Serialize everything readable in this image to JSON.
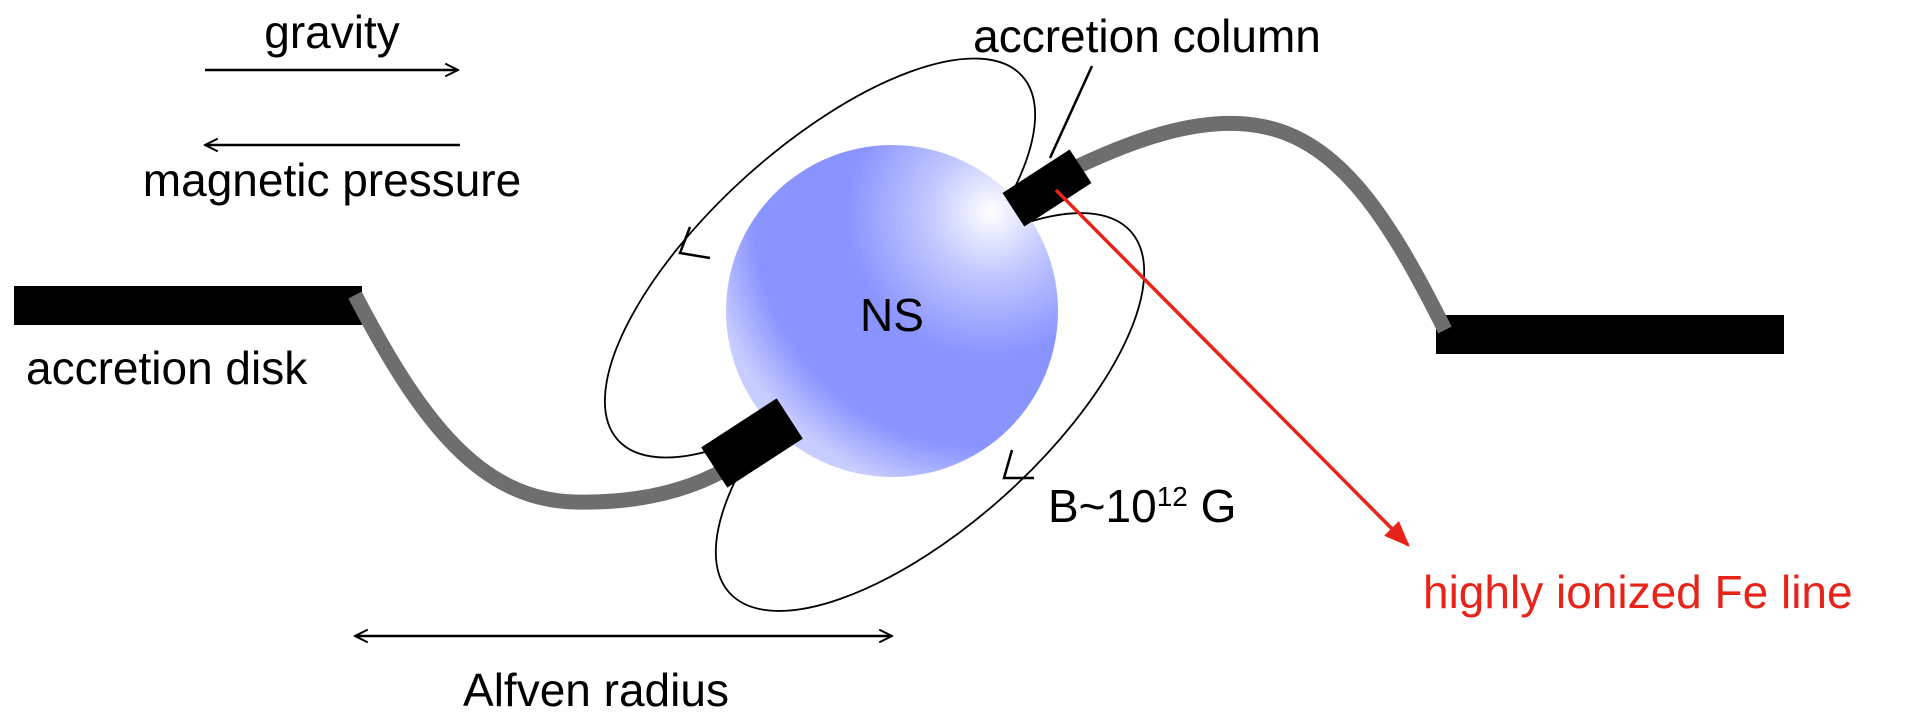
{
  "labels": {
    "gravity": "gravity",
    "magnetic_pressure": "magnetic pressure",
    "accretion_column": "accretion column",
    "accretion_disk": "accretion disk",
    "ns": "NS",
    "field_prefix": "B~10",
    "field_exponent": "12",
    "field_unit": " G",
    "fe_line": "highly ionized Fe line",
    "alfven_radius": "Alfven radius"
  },
  "colors": {
    "star": "#8a94ff",
    "highlight": "#ffffff",
    "flow": "#6e6e6e",
    "disk": "#000000",
    "emission": "#e8241a",
    "text": "#000000"
  }
}
